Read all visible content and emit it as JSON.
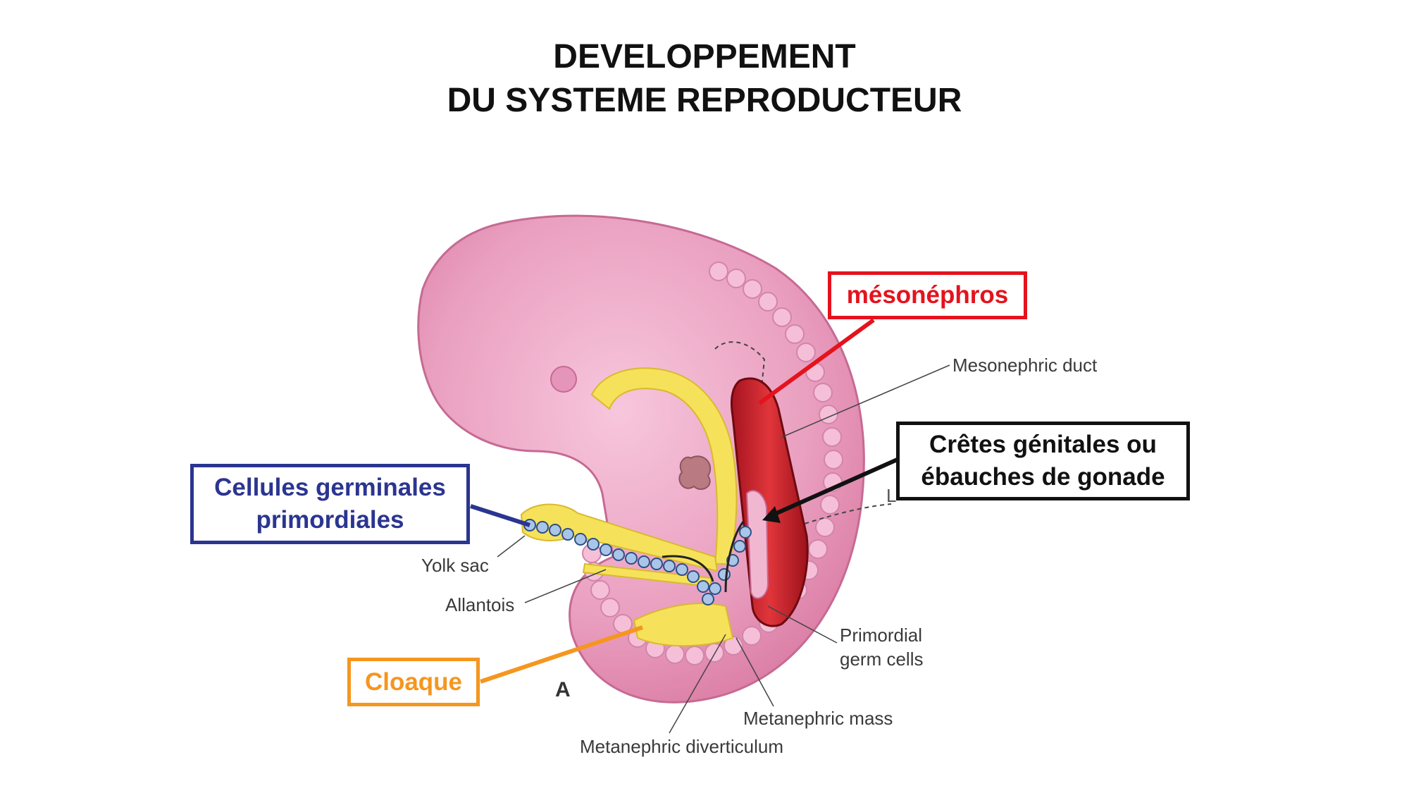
{
  "title": {
    "line1": "DEVELOPPEMENT",
    "line2": "DU SYSTEME REPRODUCTEUR"
  },
  "callouts": {
    "mesonephros": "mésonéphros",
    "cretes_line1": "Crêtes génitales ou",
    "cretes_line2": "ébauches de gonade",
    "cellules_line1": "Cellules germinales",
    "cellules_line2": "primordiales",
    "cloaque": "Cloaque"
  },
  "labels": {
    "mesonephric_duct": "Mesonephric duct",
    "yolk_sac": "Yolk sac",
    "allantois": "Allantois",
    "primordial_germ_cells": "Primordial germ cells",
    "metanephric_mass": "Metanephric mass",
    "metanephric_diverticulum": "Metanephric diverticulum",
    "panel_letter": "A",
    "partial_label": "L"
  },
  "colors": {
    "mesonephros": "#e4131d",
    "cretes": "#111111",
    "cellules": "#2b3590",
    "cloaque": "#f5961f",
    "embryo": "#eaa0c0",
    "gut": "#f5e25a"
  }
}
